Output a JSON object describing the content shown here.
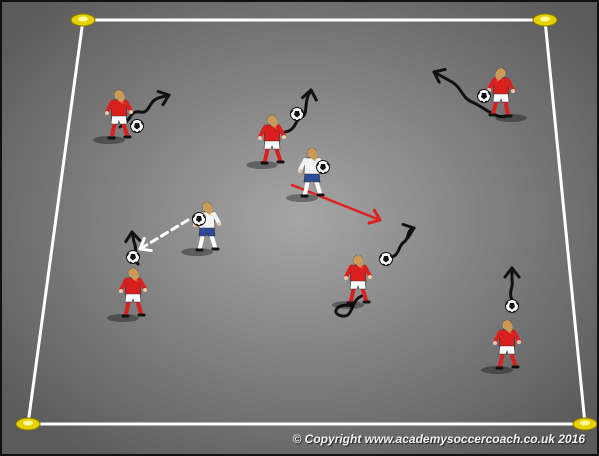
{
  "diagram": {
    "pitch_colors": {
      "inner": "#a6a6a6",
      "outer": "#5a5a5a",
      "lines": "#ffffff",
      "cones": "#e6d200"
    },
    "kit_colors": {
      "red_team": "#d9201f",
      "white_team": "#f2f2f2",
      "shorts_blue": "#2c4a9a",
      "hair": "#c89a55"
    },
    "arrow_colors": {
      "dribble": "#111111",
      "pass": "#ffffff",
      "run": "#e02020"
    },
    "players": [
      {
        "id": "red-player-1",
        "team": "red"
      },
      {
        "id": "red-player-2",
        "team": "red"
      },
      {
        "id": "red-player-3",
        "team": "red"
      },
      {
        "id": "red-player-4",
        "team": "red"
      },
      {
        "id": "red-player-5",
        "team": "red"
      },
      {
        "id": "red-player-6",
        "team": "red"
      },
      {
        "id": "white-player-1",
        "team": "white"
      },
      {
        "id": "white-player-2",
        "team": "white"
      }
    ]
  },
  "copyright": "© Copyright www.academysoccercoach.co.uk 2016"
}
